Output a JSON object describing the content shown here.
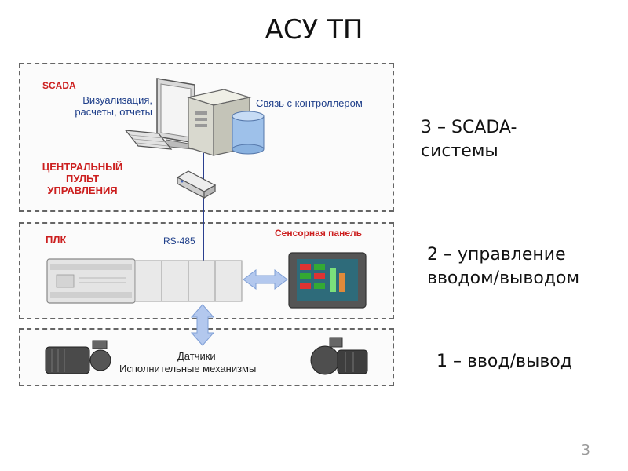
{
  "slide": {
    "title": "АСУ ТП",
    "page_number": "3"
  },
  "top_panel": {
    "scada_title": "SCADA",
    "scada_desc_line1": "Визуализация,",
    "scada_desc_line2": "расчеты, отчеты",
    "link_label": "Связь с контроллером",
    "cp_line1": "ЦЕНТРАЛЬНЫЙ",
    "cp_line2": "ПУЛЬТ",
    "cp_line3": "УПРАВЛЕНИЯ"
  },
  "mid_panel": {
    "plc_label": "ПЛК",
    "bus_label": "RS-485",
    "touch_panel_label": "Сенсорная панель"
  },
  "bot_panel": {
    "sensors_label": "Датчики",
    "actuators_label": "Исполнительные механизмы"
  },
  "levels": {
    "level3_line1": "3 – SCADA-",
    "level3_line2": "системы",
    "level2_line1": "2 – управление",
    "level2_line2": "вводом/выводом",
    "level1": "1 – ввод/вывод"
  },
  "colors": {
    "label_red": "#cc1f1f",
    "label_blue": "#1f3f8a",
    "arrow_blue": "#9fb8e6"
  }
}
